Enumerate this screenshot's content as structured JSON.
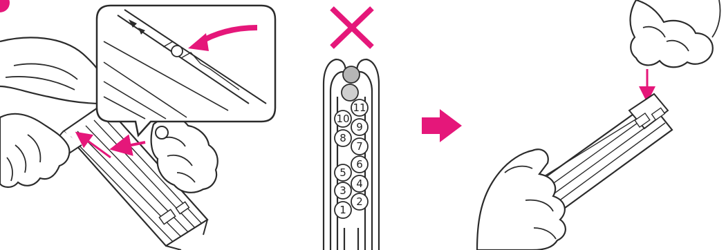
{
  "colors": {
    "accent": "#e5177a",
    "line": "#2b2b2b",
    "fill": "#ffffff",
    "ball_grey": "#b5b5b5",
    "ball_light": "#cfcfcf"
  },
  "panels": {
    "left": {
      "callout": true,
      "icons": [
        "hand-icon",
        "toner-cartridge-icon",
        "arrow-icon"
      ]
    },
    "middle": {
      "wrong_mark": "x-mark-icon",
      "balls": [
        {
          "label": "11",
          "style": "numbered"
        },
        {
          "label": "10",
          "style": "numbered"
        },
        {
          "label": "9",
          "style": "numbered"
        },
        {
          "label": "8",
          "style": "numbered"
        },
        {
          "label": "7",
          "style": "numbered"
        },
        {
          "label": "6",
          "style": "numbered"
        },
        {
          "label": "5",
          "style": "numbered"
        },
        {
          "label": "4",
          "style": "numbered"
        },
        {
          "label": "3",
          "style": "numbered"
        },
        {
          "label": "2",
          "style": "numbered"
        },
        {
          "label": "1",
          "style": "numbered"
        }
      ]
    },
    "right": {
      "icons": [
        "hand-icon",
        "toner-cartridge-icon",
        "down-arrow-icon"
      ]
    }
  },
  "step_arrow": "right-arrow-icon"
}
